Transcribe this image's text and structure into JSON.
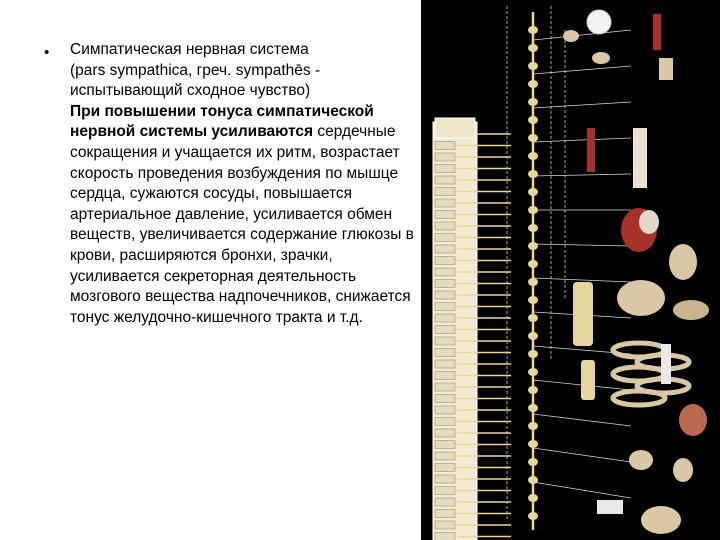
{
  "slide": {
    "bullet": "•",
    "paragraph": {
      "line1": "Симпатическая нервная система",
      "line2": "(pars sympathica, греч. sympathēs -",
      "line3": "испытывающий сходное чувство)",
      "bold_lead": "При повышении тонуса симпатической нервной системы усиливаются",
      "rest": " сердечные сокращения и учащается их ритм, возрастает скорость проведения возбуждения по мышце сердца, сужаются сосуды, повышается артериальное давление, усиливается обмен веществ, увеличивается содержание глюкозы в крови, расширяются бронхи, зрачки, усиливается секреторная деятельность мозгового вещества надпочечников, снижается тонус желудочно-кишечного тракта и т.д."
    },
    "illustration": {
      "background": "#000000",
      "nerve_color": "#e8d59a",
      "organ_color": "#d9c7a6",
      "accent_red": "#a8322a"
    }
  }
}
